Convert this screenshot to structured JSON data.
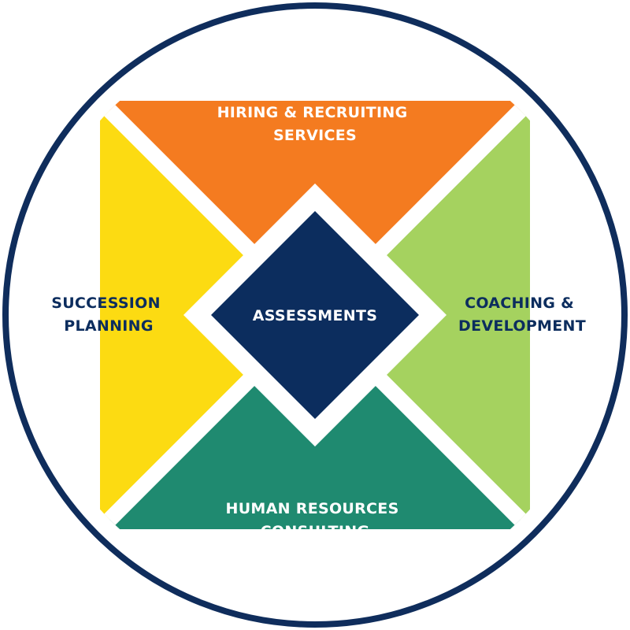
{
  "diagram": {
    "colors": {
      "ring": "#0F2D5C",
      "top": "#F47B20",
      "right": "#A5D25F",
      "bottom": "#1F8A70",
      "left": "#FCDB12",
      "center": "#0C2D5E",
      "light_text": "#FFFFFF",
      "dark_text": "#0C2D5E"
    },
    "segments": {
      "top": {
        "line1": "HIRING & RECRUITING",
        "line2": "SERVICES"
      },
      "right": {
        "line1": "COACHING &",
        "line2": "DEVELOPMENT"
      },
      "bottom": {
        "line1": "HUMAN RESOURCES",
        "line2": "CONSULTING"
      },
      "left": {
        "line1": "SUCCESSION",
        "line2": "PLANNING"
      }
    },
    "center": {
      "label": "ASSESSMENTS"
    }
  }
}
